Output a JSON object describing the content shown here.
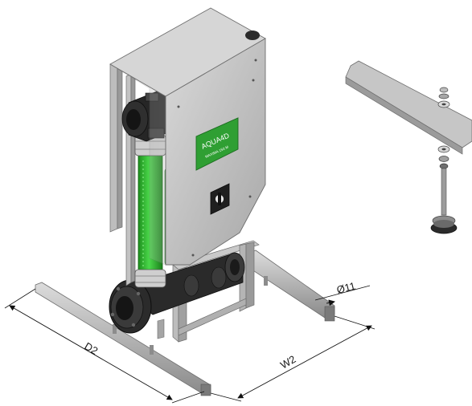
{
  "diagram": {
    "dimensions": {
      "depth_label": "D2",
      "width_label": "W2",
      "hole_diameter_label": "Ø11"
    },
    "panel": {
      "brand_logo": "AQUA4D",
      "product_line": "MAXIMA 150 M"
    },
    "colors": {
      "frame": "#bfbfbf",
      "frame_dark": "#7f7f7f",
      "housing": "#c8c8c8",
      "housing_side": "#a9a9a9",
      "tube_green": "#33c233",
      "panel_green": "#2f9f33",
      "pipe_dark": "#1e1e1e",
      "dimension_line": "#111111"
    }
  }
}
